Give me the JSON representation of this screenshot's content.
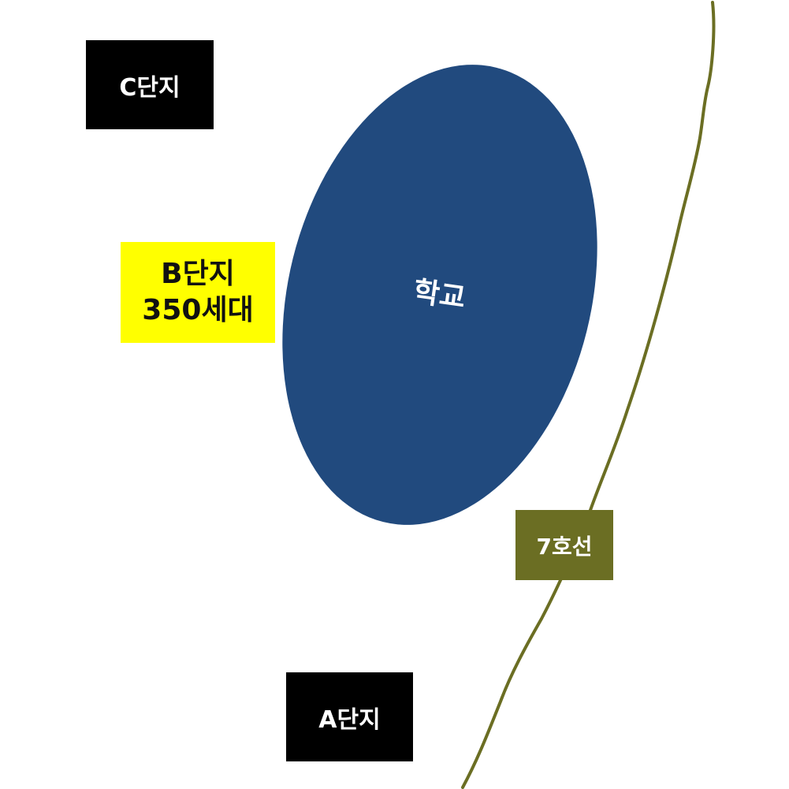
{
  "complexes": {
    "c": {
      "label": "C단지",
      "bg_color": "#000000",
      "text_color": "#ffffff"
    },
    "b": {
      "label": "B단지",
      "households": "350세대",
      "bg_color": "#ffff00",
      "text_color": "#111111"
    },
    "a": {
      "label": "A단지",
      "bg_color": "#000000",
      "text_color": "#ffffff"
    }
  },
  "school": {
    "label": "학교",
    "color": "#214A7E",
    "text_color": "#ffffff"
  },
  "subway": {
    "label": "7호선",
    "line_color": "#6B6E23",
    "text_color": "#ffffff"
  }
}
